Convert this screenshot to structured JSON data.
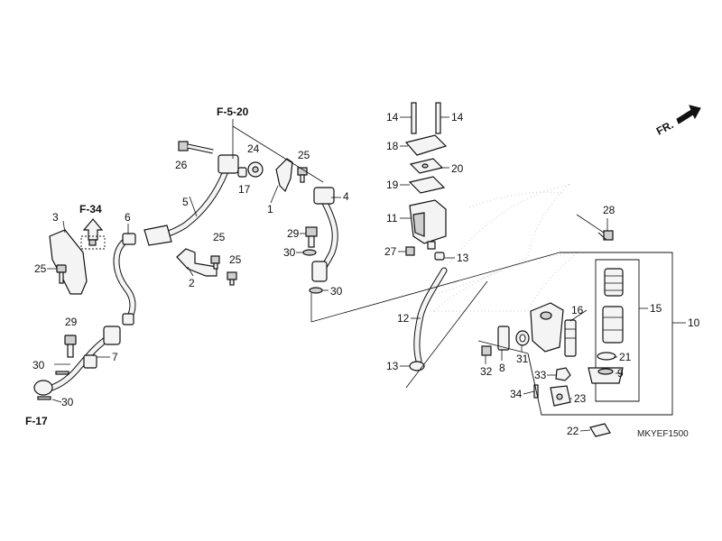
{
  "diagram": {
    "code": "MKYEF1500",
    "direction_label": "FR.",
    "refs": {
      "f520": "F-5-20",
      "f34": "F-34",
      "f17": "F-17"
    },
    "callouts": {
      "c1": "1",
      "c2": "2",
      "c3": "3",
      "c4": "4",
      "c5": "5",
      "c6": "6",
      "c7": "7",
      "c8": "8",
      "c9": "9",
      "c10": "10",
      "c11": "11",
      "c12": "12",
      "c13a": "13",
      "c13b": "13",
      "c14a": "14",
      "c14b": "14",
      "c15": "15",
      "c16": "16",
      "c17": "17",
      "c18": "18",
      "c19": "19",
      "c20": "20",
      "c21": "21",
      "c22": "22",
      "c23": "23",
      "c24": "24",
      "c25a": "25",
      "c25b": "25",
      "c25c": "25",
      "c25d": "25",
      "c26": "26",
      "c27": "27",
      "c28": "28",
      "c29a": "29",
      "c29b": "29",
      "c30a": "30",
      "c30b": "30",
      "c30c": "30",
      "c30d": "30",
      "c31": "31",
      "c32": "32",
      "c33": "33",
      "c34": "34"
    }
  }
}
